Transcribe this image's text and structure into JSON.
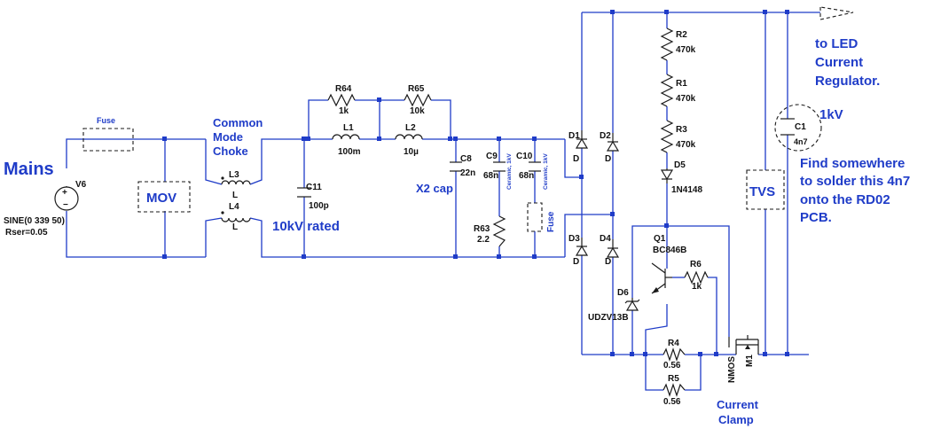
{
  "notes": {
    "mains": "Mains",
    "common_mode_choke": [
      "Common",
      "Mode",
      "Choke"
    ],
    "rated": "10kV rated",
    "x2cap": "X2 cap",
    "to_led": [
      "to LED",
      "Current",
      "Regulator."
    ],
    "kv": "1kV",
    "find": [
      "Find somewhere",
      "to solder this 4n7",
      "onto the RD02",
      "PCB."
    ],
    "current_clamp": [
      "Current",
      "Clamp"
    ]
  },
  "boxes": {
    "mov": "MOV",
    "tvs": "TVS",
    "fuse_top": "Fuse",
    "fuse_side": "Fuse"
  },
  "source": {
    "name": "V6",
    "value": "SINE(0 339 50)",
    "rser": "Rser=0.05"
  },
  "components": {
    "L3": {
      "name": "L3",
      "value": "L"
    },
    "L4": {
      "name": "L4",
      "value": "L"
    },
    "C11": {
      "name": "C11",
      "value": "100p"
    },
    "R64": {
      "name": "R64",
      "value": "1k"
    },
    "R65": {
      "name": "R65",
      "value": "10k"
    },
    "L1": {
      "name": "L1",
      "value": "100m"
    },
    "L2": {
      "name": "L2",
      "value": "10µ"
    },
    "C8": {
      "name": "C8",
      "value": "22n"
    },
    "C9": {
      "name": "C9",
      "value": "68n",
      "note": "Ceramic, 1kV"
    },
    "C10": {
      "name": "C10",
      "value": "68n",
      "note": "Ceramic, 1kV"
    },
    "R63": {
      "name": "R63",
      "value": "2.2"
    },
    "D1": {
      "name": "D1",
      "value": "D"
    },
    "D2": {
      "name": "D2",
      "value": "D"
    },
    "D3": {
      "name": "D3",
      "value": "D"
    },
    "D4": {
      "name": "D4",
      "value": "D"
    },
    "R2": {
      "name": "R2",
      "value": "470k"
    },
    "R1": {
      "name": "R1",
      "value": "470k"
    },
    "R3": {
      "name": "R3",
      "value": "470k"
    },
    "D5": {
      "name": "D5",
      "value": "1N4148"
    },
    "Q1": {
      "name": "Q1",
      "value": "BC846B"
    },
    "R6": {
      "name": "R6",
      "value": "1k"
    },
    "D6": {
      "name": "D6",
      "value": "UDZV13B"
    },
    "R4": {
      "name": "R4",
      "value": "0.56"
    },
    "R5": {
      "name": "R5",
      "value": "0.56"
    },
    "M1": {
      "name": "M1",
      "value": "NMOS"
    },
    "C1": {
      "name": "C1",
      "value": "4n7"
    }
  },
  "colors": {
    "wire": "#1f3cc8",
    "component": "#1a1a1a",
    "note": "#1f3cc8"
  }
}
